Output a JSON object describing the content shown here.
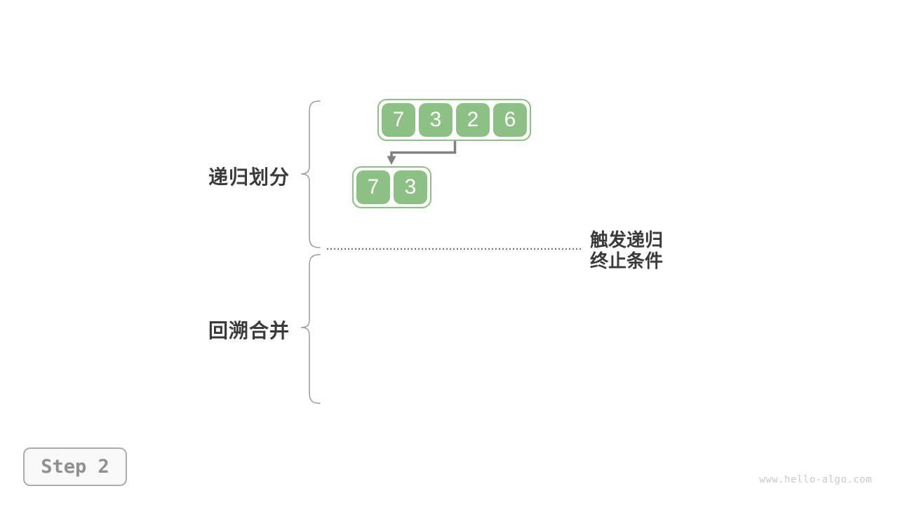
{
  "diagram": {
    "title_implicit": "merge sort recursive divide step",
    "labels": {
      "divide": "递归划分",
      "merge": "回溯合并",
      "base_case_line1": "触发递归",
      "base_case_line2": "终止条件"
    },
    "arrays": {
      "top": {
        "values": [
          "7",
          "3",
          "2",
          "6"
        ]
      },
      "sub": {
        "values": [
          "7",
          "3"
        ]
      }
    },
    "step_badge": {
      "label": "Step 2"
    },
    "watermark": "www.hello-algo.com",
    "colors": {
      "cell_green": "#8CC084",
      "cell_text": "#ffffff",
      "arrow_gray": "#808080",
      "label_dark": "#3a3a3a",
      "brace_gray": "#9a9a9a",
      "dotted_line_gray": "#707070",
      "badge_border": "#adadad",
      "badge_background": "#f8f8f8",
      "badge_text": "#8f8f8f",
      "watermark_gray": "#c9c9c9",
      "background": "#ffffff"
    }
  }
}
